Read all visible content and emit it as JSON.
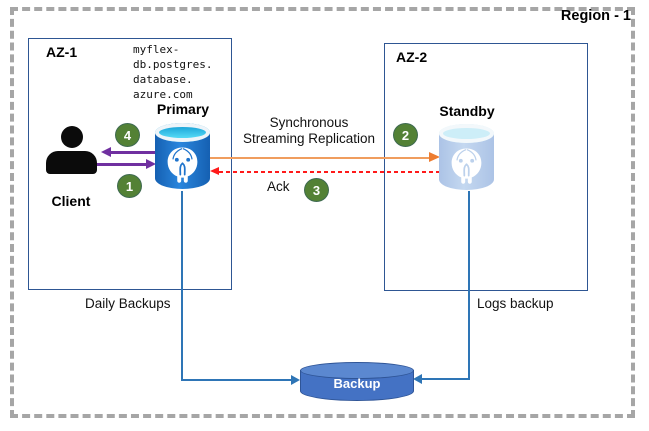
{
  "region": {
    "label": "Region - 1"
  },
  "zones": {
    "az1": {
      "label": "AZ-1"
    },
    "az2": {
      "label": "AZ-2"
    }
  },
  "nodes": {
    "client": {
      "label": "Client"
    },
    "primary": {
      "label": "Primary",
      "host_lines": [
        "myflex-",
        "db.postgres.",
        "database.",
        "azure.com"
      ]
    },
    "standby": {
      "label": "Standby"
    },
    "backup": {
      "label": "Backup"
    }
  },
  "flows": {
    "replication": {
      "line1": "Synchronous",
      "line2": "Streaming Replication"
    },
    "ack": {
      "label": "Ack"
    },
    "daily": {
      "label": "Daily Backups"
    },
    "logs": {
      "label": "Logs backup"
    }
  },
  "steps": {
    "s1": "1",
    "s2": "2",
    "s3": "3",
    "s4": "4"
  },
  "colors": {
    "region_border": "#A6A6A6",
    "zone_border": "#2E5693",
    "client_arrow_purple": "#7030A0",
    "replication_orange": "#ED7D31",
    "ack_red": "#FF1A1A",
    "step_badge_green": "#538135",
    "connector_blue": "#2E75B6",
    "backup_cylinder_blue": "#4472C4",
    "primary_cylinder_blue": "#1B6EC2",
    "primary_top_cyan": "#45CDEE",
    "standby_cylinder_blue": "#B9CFE9"
  }
}
